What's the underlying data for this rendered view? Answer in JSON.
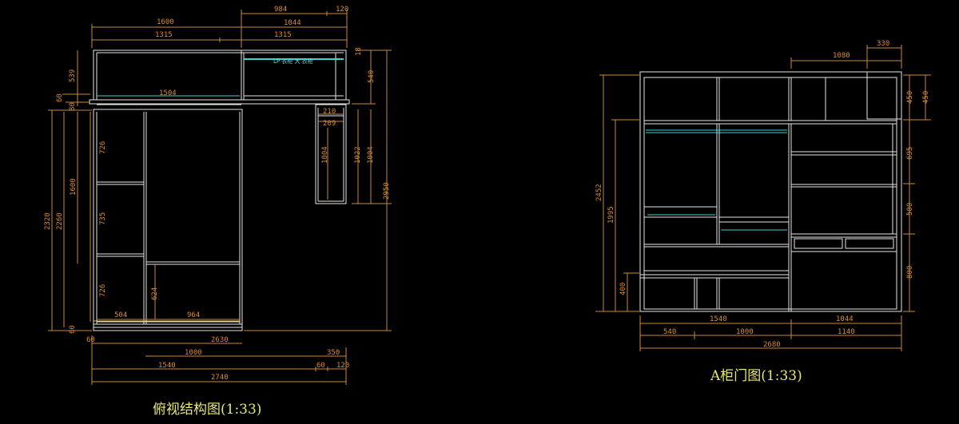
{
  "top_view": {
    "title": "俯视结构图(1:33)",
    "note": "LP 衣柜 大 衣柜",
    "dims_top": [
      "1600",
      "984",
      "120",
      "1044",
      "1315",
      "1315"
    ],
    "dims_left": [
      "539",
      "60",
      "80",
      "2320",
      "2260",
      "1600",
      "726",
      "735",
      "726",
      "60"
    ],
    "dims_inner": [
      "1504",
      "210",
      "209",
      "1004",
      "624",
      "504",
      "964"
    ],
    "dims_right": [
      "18",
      "540",
      "1022",
      "1004",
      "2950"
    ],
    "dims_bottom": [
      "60",
      "2630",
      "1000",
      "350",
      "1540",
      "60",
      "120",
      "2740"
    ]
  },
  "door_view": {
    "title": "A柜门图(1:33)",
    "dims_top": [
      "330",
      "1080"
    ],
    "dims_left": [
      "2452",
      "1995",
      "400"
    ],
    "dims_right": [
      "450",
      "450",
      "695",
      "500",
      "800"
    ],
    "dims_bottom": [
      "1540",
      "1044",
      "540",
      "1000",
      "1140",
      "2680"
    ]
  }
}
